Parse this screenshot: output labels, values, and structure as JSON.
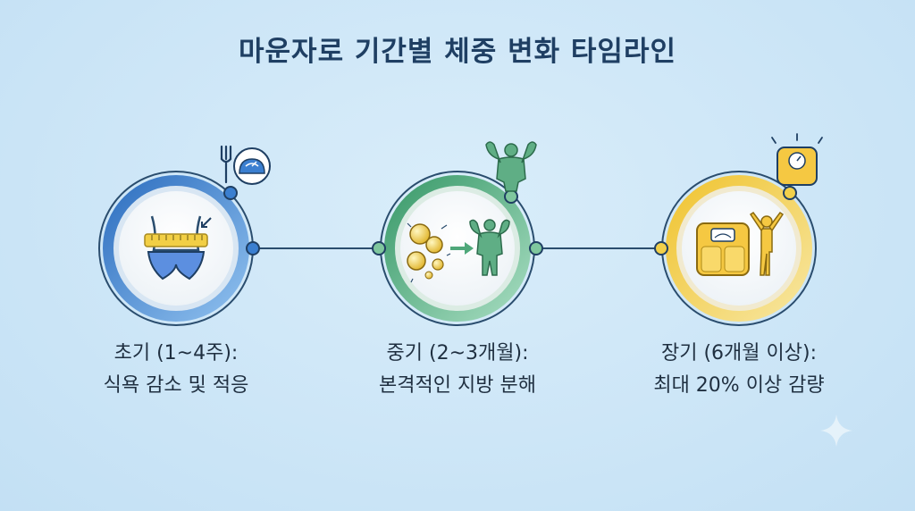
{
  "title": "마운자로 기간별 체중 변화 타임라인",
  "stages": [
    {
      "heading": "초기 (1~4주):",
      "description": "식욕 감소 및 적응",
      "color": "#3b7fd0",
      "icon": "measuring-waist-icon"
    },
    {
      "heading": "중기 (2~3개월):",
      "description": "본격적인 지방 분해",
      "color": "#4fa87a",
      "icon": "fat-to-muscle-icon"
    },
    {
      "heading": "장기 (6개월 이상):",
      "description": "최대 20% 이상 감량",
      "color": "#e6c13b",
      "icon": "scale-celebration-icon"
    }
  ],
  "colors": {
    "background": "#cde6f7",
    "title": "#1f3f63",
    "connector": "#2a4d6e"
  }
}
